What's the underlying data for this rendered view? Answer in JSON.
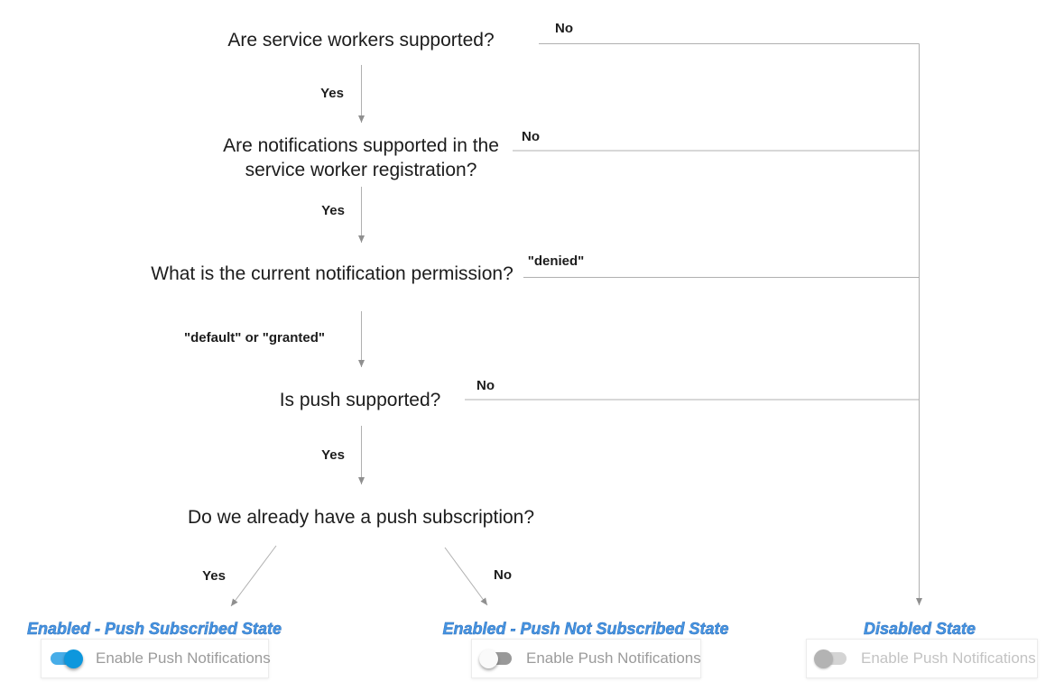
{
  "diagram": {
    "q1": "Are service workers supported?",
    "q2": "Are notifications supported in the service worker registration?",
    "q3": "What is the current notification permission?",
    "q4": "Is push supported?",
    "q5": "Do we already have a push subscription?",
    "q1_yes": "Yes",
    "q1_no": "No",
    "q2_yes": "Yes",
    "q2_no": "No",
    "q3_down": "\"default\" or \"granted\"",
    "q3_right": "\"denied\"",
    "q4_yes": "Yes",
    "q4_no": "No",
    "q5_yes": "Yes",
    "q5_no": "No"
  },
  "states": [
    {
      "title": "Enabled - Push Subscribed State",
      "toggle_label": "Enable Push Notifications",
      "toggle_state": "on"
    },
    {
      "title": "Enabled - Push Not Subscribed State",
      "toggle_label": "Enable Push Notifications",
      "toggle_state": "off"
    },
    {
      "title": "Disabled State",
      "toggle_label": "Enable Push Notifications",
      "toggle_state": "off-disabled"
    }
  ],
  "colors": {
    "line": "#b0b0b0",
    "arrow": "#8f8f8f",
    "question_text": "#1c1c1c",
    "state_title": "#4796e4",
    "toggle_on_thumb": "#0d97dd",
    "toggle_on_track": "#47ade8",
    "toggle_off_thumb": "#fafafa",
    "toggle_off_track": "#999999",
    "toggle_disabled_thumb": "#b3b3b3",
    "toggle_disabled_track": "#d4d4d4",
    "card_label": "#9b9b9b",
    "card_label_disabled": "#c3c3c3"
  }
}
